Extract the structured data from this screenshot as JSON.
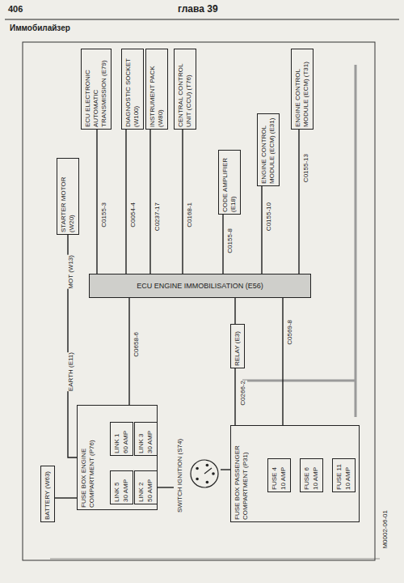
{
  "diagram": {
    "title": "Иммобилайзер",
    "nodes": [
      {
        "text": [
          "ECU ELECTRONIC AUTOMATIC TRANSMISSION (E79)"
        ]
      },
      {
        "text": [
          "DIAGNOSTIC SOCKET (W100)"
        ]
      },
      {
        "text": [
          "INSTRUMENT PACK (W80)"
        ]
      },
      {
        "text": [
          "CENTRAL CONTROL UNIT (CCU) (T76)"
        ]
      },
      {
        "text": [
          "CODE AMPLIFIER (E18)"
        ]
      },
      {
        "text": [
          "ENGINE CONTROL MODULE (ECM) (E31)"
        ]
      },
      {
        "text": [
          "ENGINE CONTROL MODULE (ECM) (T31)"
        ]
      },
      {
        "text": [
          "STARTER MOTOR (W20)"
        ]
      },
      {
        "text": [
          "ECU ENGINE IMMOBILISATION (E56)"
        ]
      },
      {
        "text": [
          "RELAY (E3)"
        ]
      },
      {
        "text": [
          "BATTERY (W63)"
        ]
      },
      {
        "text": [
          "FUSE BOX ENGINE COMPARTMENT (P76)"
        ]
      },
      {
        "text": [
          "LINK 1",
          "60 AMP"
        ],
        "in": 11
      },
      {
        "text": [
          "LINK 3",
          "30 AMP"
        ],
        "in": 11
      },
      {
        "text": [
          "LINK 5",
          "30 AMP"
        ],
        "in": 11
      },
      {
        "text": [
          "LINK 2",
          "50 AMP"
        ],
        "in": 11
      },
      {
        "text": [
          "SWITCH IGNITION (S74)"
        ]
      },
      {
        "text": [
          "FUSE BOX PASSENGER COMPARTMENT (P31)"
        ]
      },
      {
        "text": [
          "FUSE 4",
          "10 AMP"
        ],
        "in": 17
      },
      {
        "text": [
          "FUSE 6",
          "10 AMP"
        ],
        "in": 17
      },
      {
        "text": [
          "FUSE 11",
          "10 AMP"
        ],
        "in": 17
      }
    ],
    "edges": [
      {
        "from": 0,
        "to": 8,
        "arrow": "none"
      },
      {
        "from": 1,
        "to": 8,
        "arrow": "none"
      },
      {
        "from": 2,
        "to": 8,
        "arrow": "none"
      },
      {
        "from": 3,
        "to": 8,
        "arrow": "none"
      },
      {
        "from": 4,
        "to": 8,
        "arrow": "none"
      },
      {
        "from": 5,
        "to": 8,
        "arrow": "none"
      },
      {
        "from": 6,
        "to": 8,
        "arrow": "none"
      },
      {
        "from": 7,
        "to": 11,
        "arrow": "none"
      },
      {
        "from": 10,
        "to": 11,
        "arrow": "none"
      },
      {
        "from": 8,
        "to": 11,
        "arrow": "none"
      },
      {
        "from": 8,
        "to": 9,
        "arrow": "none"
      },
      {
        "from": 9,
        "to": 17,
        "arrow": "none"
      },
      {
        "from": 8,
        "to": 17,
        "arrow": "none"
      },
      {
        "from": 16,
        "to": 17,
        "arrow": "none"
      },
      {
        "from": 15,
        "to": 16,
        "arrow": "none"
      }
    ],
    "labels": [
      "406",
      "глава 39",
      "EARTH (E11)",
      "MOT (W13)",
      "C0155-3",
      "C0054-4",
      "C0237-17",
      "C0168-1",
      "C0155-8",
      "C0155-10",
      "C0155-13",
      "C0658-6",
      "C0266-2",
      "C0569-8",
      "M0002-06-01"
    ]
  }
}
